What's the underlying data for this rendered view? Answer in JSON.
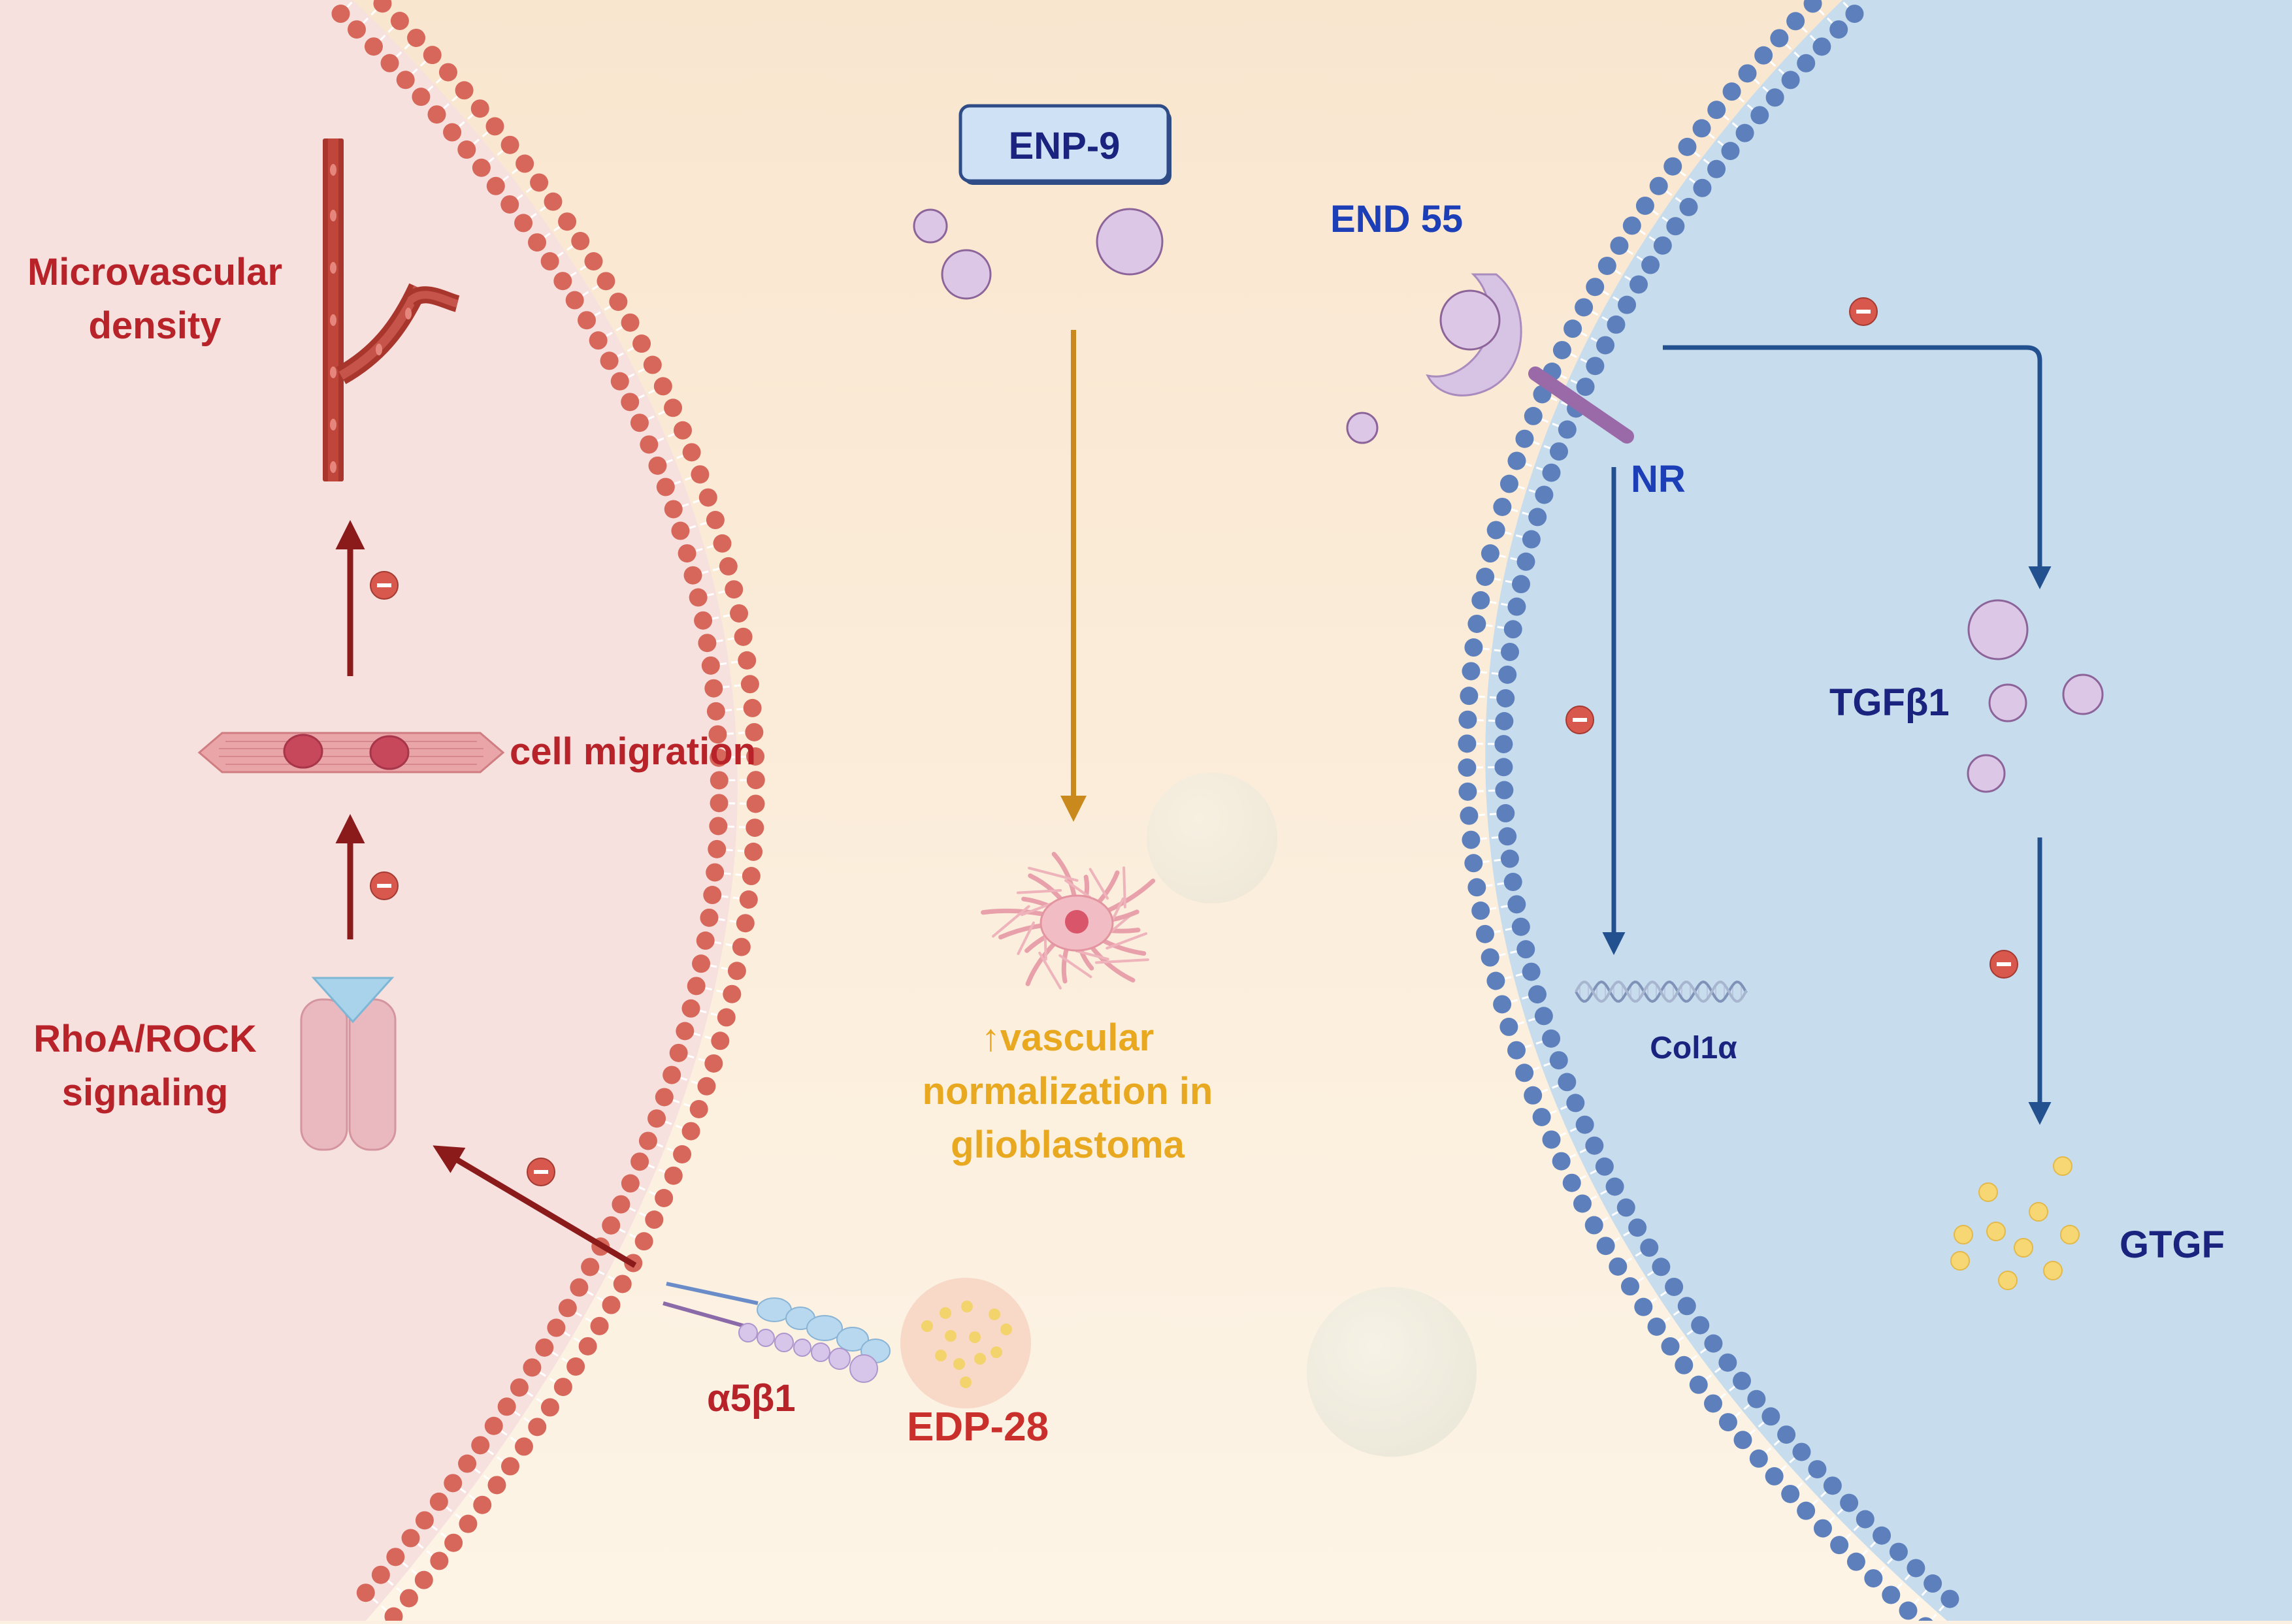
{
  "labels": {
    "microvascular_line1": "Microvascular",
    "microvascular_line2": "density",
    "cell_migration": "cell migration",
    "rhoa_line1": "RhoA/ROCK",
    "rhoa_line2": "signaling",
    "integrin": "α5β1",
    "edp": "EDP-28",
    "enp": "ENP-9",
    "vascular_line1": "↑vascular",
    "vascular_line2": "normalization in",
    "vascular_line3": "glioblastoma",
    "end55": "END 55",
    "nr": "NR",
    "col1a": "Col1α",
    "tgfb1": "TGFβ1",
    "gtgf": "GTGF"
  },
  "colors": {
    "left_panel": "#f6e1df",
    "center_panel": "#fbf0e2",
    "right_panel": "#c7dced",
    "left_membrane": "#d6675a",
    "right_membrane": "#5d80bd",
    "dark_red_arrow": "#8b1a1a",
    "blue_arrow": "#23508f",
    "gold_arrow": "#c9891c",
    "red_text": "#b8232a",
    "navy_text": "#1a237e",
    "blue_text": "#1c3fb8",
    "gold_text": "#e8a820",
    "vesicle": "#d9c4e2",
    "vesicle_stroke": "#8c6499",
    "inhibit_icon": "#d9584d"
  },
  "icons": {
    "inhibition": "minus-circle-icon",
    "vessel": "blood-vessel-icon",
    "cell": "elongated-cell-icon",
    "receptor": "receptor-icon",
    "astrocyte": "astrocyte-icon",
    "dna": "dna-helix-icon"
  }
}
